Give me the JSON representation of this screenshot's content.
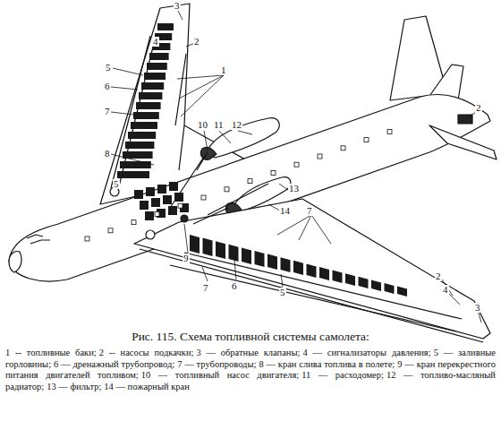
{
  "diagram": {
    "caption": "Рис. 115. Схема топливной системы самолета:",
    "labels": [
      "3",
      "4",
      "2",
      "5",
      "1",
      "6",
      "7",
      "2",
      "10",
      "11",
      "12",
      "8",
      "5",
      "13",
      "14",
      "7",
      "9",
      "2",
      "7",
      "6",
      "4",
      "5",
      "3",
      "1 -- топливные баки;",
      "2 -- насосы подкачки;",
      "3 — обратные клапаны;",
      "4 — сигнализаторы давления;",
      "5 — заливные горловины;",
      "6 — дренажный трубопровод;",
      "7 — трубопроводы;",
      "8 — кран слива топлива в полете;",
      "9 — кран перекрестного питания двигателей топливом;",
      "10 — топливный насос двигателя;",
      "11 — расходомер;",
      "12 — топливо-масляный радиатор;",
      "13 — фильтр;",
      "14 — пожарный кран"
    ]
  }
}
